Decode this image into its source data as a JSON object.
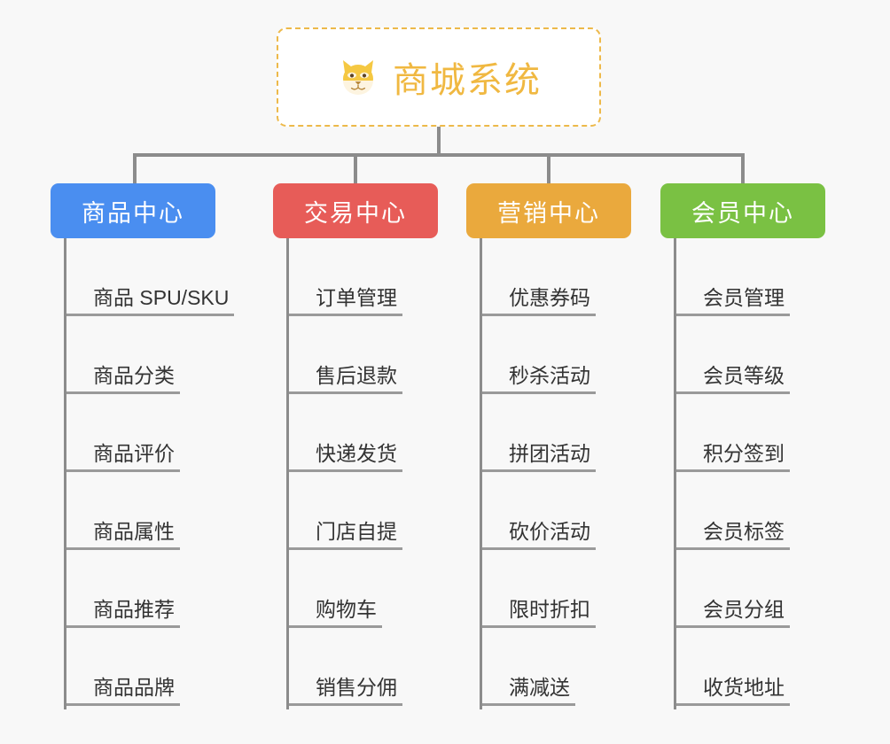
{
  "diagram": {
    "background_color": "#f8f8f8",
    "connector_color": "#8c8c8c",
    "leaf_underline_color": "#9a9a9a",
    "leaf_text_color": "#333333"
  },
  "root": {
    "icon": "shiba-dog-face-icon",
    "title": "商城系统",
    "title_color": "#f0b841",
    "border_color": "#edb94a",
    "background_color": "#ffffff"
  },
  "categories": [
    {
      "label": "商品中心",
      "color": "#4a8ef0",
      "items": [
        "商品 SPU/SKU",
        "商品分类",
        "商品评价",
        "商品属性",
        "商品推荐",
        "商品品牌"
      ]
    },
    {
      "label": "交易中心",
      "color": "#e75c58",
      "items": [
        "订单管理",
        "售后退款",
        "快递发货",
        "门店自提",
        "购物车",
        "销售分佣"
      ]
    },
    {
      "label": "营销中心",
      "color": "#eaa93d",
      "items": [
        "优惠券码",
        "秒杀活动",
        "拼团活动",
        "砍价活动",
        "限时折扣",
        "满减送"
      ]
    },
    {
      "label": "会员中心",
      "color": "#7ac143",
      "items": [
        "会员管理",
        "会员等级",
        "积分签到",
        "会员标签",
        "会员分组",
        "收货地址"
      ]
    }
  ]
}
